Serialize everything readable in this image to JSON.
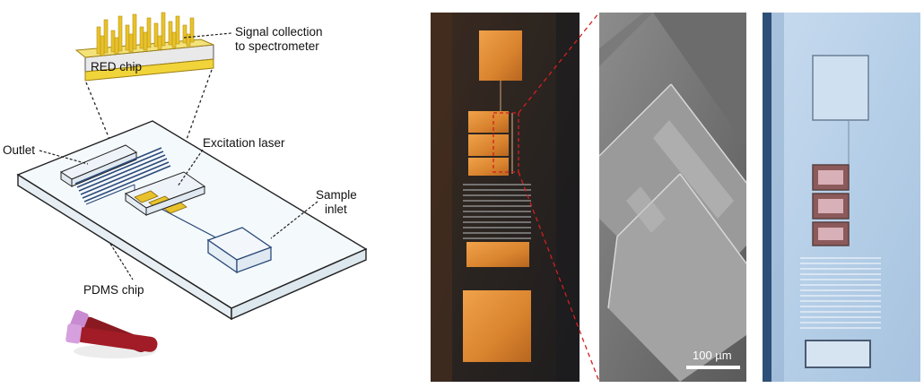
{
  "schematic": {
    "chip_label": "RED chip",
    "signal_label_line1": "Signal collection",
    "signal_label_line2": "to spectrometer",
    "outlet_label": "Outlet",
    "excitation_label": "Excitation laser",
    "sample_label_line1": "Sample",
    "sample_label_line2": "inlet",
    "pdms_label": "PDMS chip"
  },
  "micrograph": {
    "scale_bar_label": "100 µm"
  },
  "colors": {
    "gold": "#e8c22a",
    "gold_dark": "#b8921a",
    "channel_blue": "#2c4a7a",
    "tube_red": "#8a1a22",
    "cap_pink": "#c88ad0"
  }
}
